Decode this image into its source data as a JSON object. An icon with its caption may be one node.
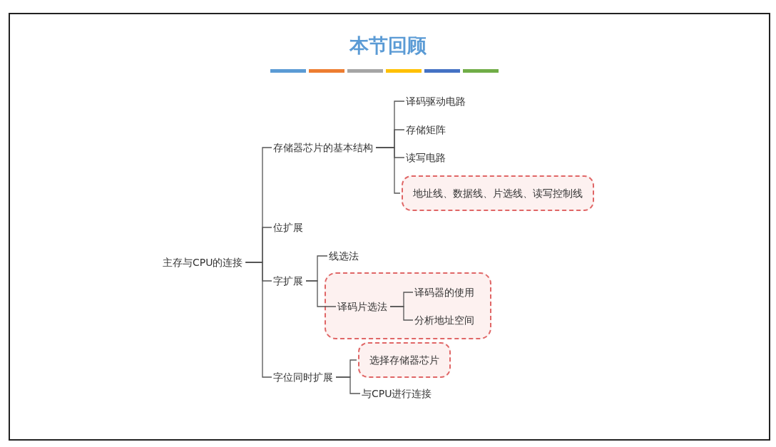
{
  "diagram": {
    "title": "本节回顾",
    "nodes": [
      {
        "text": [
          "主存与CPU的连接"
        ]
      },
      {
        "text": [
          "存储器芯片的基本结构"
        ]
      },
      {
        "text": [
          "译码驱动电路"
        ]
      },
      {
        "text": [
          "存储矩阵"
        ]
      },
      {
        "text": [
          "读写电路"
        ]
      },
      {
        "text": [
          "地址线、数据线、片选线、读写控制线"
        ]
      },
      {
        "text": [
          "位扩展"
        ]
      },
      {
        "text": [
          "字扩展"
        ]
      },
      {
        "text": [
          "线选法"
        ]
      },
      {
        "text": [],
        "shape": "box"
      },
      {
        "text": [
          "译码片选法"
        ],
        "in": 9
      },
      {
        "text": [
          "译码器的使用"
        ],
        "in": 9
      },
      {
        "text": [
          "分析地址空间"
        ],
        "in": 9
      },
      {
        "text": [
          "字位同时扩展"
        ]
      },
      {
        "text": [
          "选择存储器芯片"
        ]
      },
      {
        "text": [
          "与CPU进行连接"
        ]
      }
    ],
    "edges": [
      {
        "from": 0,
        "to": 1,
        "arrow": "none"
      },
      {
        "from": 0,
        "to": 6,
        "arrow": "none"
      },
      {
        "from": 0,
        "to": 7,
        "arrow": "none"
      },
      {
        "from": 0,
        "to": 13,
        "arrow": "none"
      },
      {
        "from": 1,
        "to": 2,
        "arrow": "none"
      },
      {
        "from": 1,
        "to": 3,
        "arrow": "none"
      },
      {
        "from": 1,
        "to": 4,
        "arrow": "none"
      },
      {
        "from": 1,
        "to": 5,
        "arrow": "none"
      },
      {
        "from": 7,
        "to": 8,
        "arrow": "none"
      },
      {
        "from": 7,
        "to": 10,
        "arrow": "none"
      },
      {
        "from": 10,
        "to": 11,
        "arrow": "none"
      },
      {
        "from": 10,
        "to": 12,
        "arrow": "none"
      },
      {
        "from": 13,
        "to": 14,
        "arrow": "none"
      },
      {
        "from": 13,
        "to": 15,
        "arrow": "none"
      }
    ]
  }
}
